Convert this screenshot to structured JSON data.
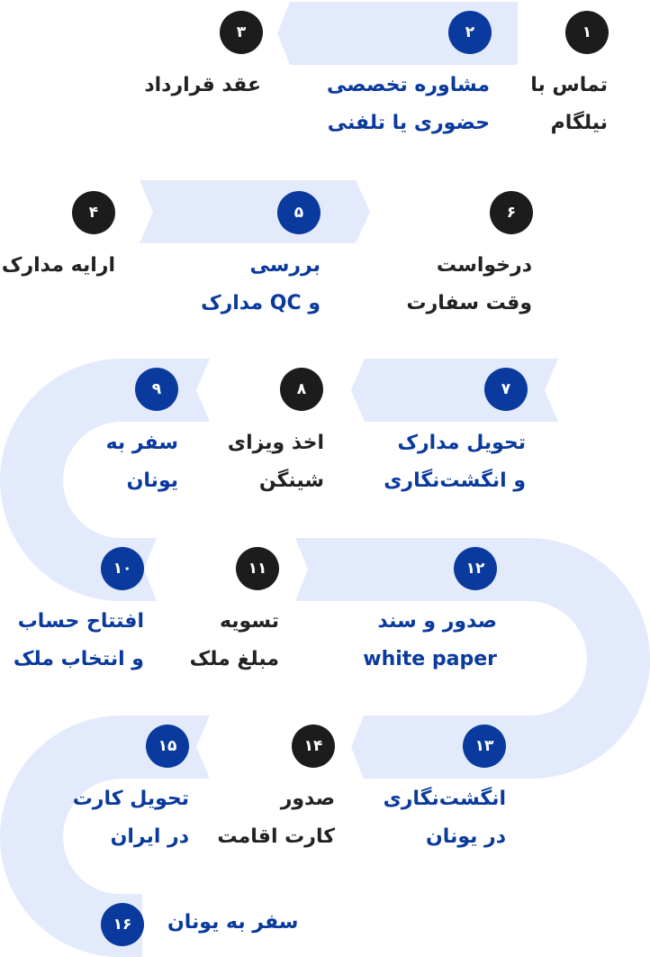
{
  "colors": {
    "track": "#e3eafb",
    "active_number": "#0a3a9e",
    "inactive_number": "#1c1c1c",
    "active_text": "#0a3a9e",
    "inactive_text": "#222222"
  },
  "steps": [
    {
      "number": "۱",
      "line1": "تماس با",
      "line2": "نیلگام"
    },
    {
      "number": "۲",
      "line1": "مشاوره تخصصی",
      "line2": "حضوری یا تلفنی"
    },
    {
      "number": "۳",
      "line1": "عقد قرارداد",
      "line2": ""
    },
    {
      "number": "۴",
      "line1": "ارایه مدارک",
      "line2": ""
    },
    {
      "number": "۵",
      "line1": "بررسی",
      "line2": "و QC مدارک"
    },
    {
      "number": "۶",
      "line1": "درخواست",
      "line2": "وقت سفارت"
    },
    {
      "number": "۷",
      "line1": "تحویل مدارک",
      "line2": "و انگشت‌نگاری"
    },
    {
      "number": "۸",
      "line1": "اخذ ویزای",
      "line2": "شینگن"
    },
    {
      "number": "۹",
      "line1": "سفر به",
      "line2": "یونان"
    },
    {
      "number": "۱۰",
      "line1": "افتتاح حساب",
      "line2": "و انتخاب ملک"
    },
    {
      "number": "۱۱",
      "line1": "تسویه",
      "line2": "مبلغ ملک"
    },
    {
      "number": "۱۲",
      "line1": "صدور و سند",
      "line2": "white paper"
    },
    {
      "number": "۱۳",
      "line1": "انگشت‌نگاری",
      "line2": "در یونان"
    },
    {
      "number": "۱۴",
      "line1": "صدور",
      "line2": "کارت اقامت"
    },
    {
      "number": "۱۵",
      "line1": "تحویل کارت",
      "line2": "در ایران"
    },
    {
      "number": "۱۶",
      "line1": "سفر به یونان",
      "line2": ""
    }
  ]
}
